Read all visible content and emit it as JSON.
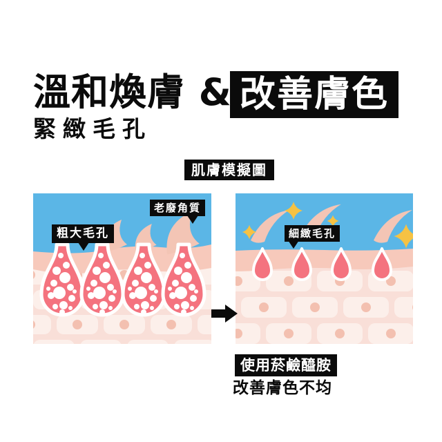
{
  "header": {
    "title": "溫和煥膚 &",
    "title_highlight": "改善膚色",
    "subtitle": "緊緻毛孔"
  },
  "diagram": {
    "caption": "肌膚模擬圖",
    "before": {
      "pore_label": "粗大毛孔",
      "keratin_label": "老廢角質"
    },
    "after": {
      "pore_label": "細緻毛孔"
    }
  },
  "footer": {
    "highlight_line": "使用菸鹼醯胺",
    "line": "改善膚色不均"
  },
  "icons": {
    "arrow": "right-arrow",
    "sparkle": "four-point-star",
    "label_pointer": "triangle-down"
  },
  "colors": {
    "background": "#FFFFFF",
    "text": "#0B0B0B",
    "label_bg": "#0B0B0B",
    "label_text": "#FFFFFF",
    "sky_blue": "#5BB6E6",
    "skin_surface": "#F7C9BB",
    "skin_base": "#F9DFD8",
    "skin_cell": "#FCEFEA",
    "cell_nucleus": "#F3C0B0",
    "pore": "#F4737F",
    "flake": "#F3C5B5",
    "sparkle_gold": "#F6C243"
  }
}
